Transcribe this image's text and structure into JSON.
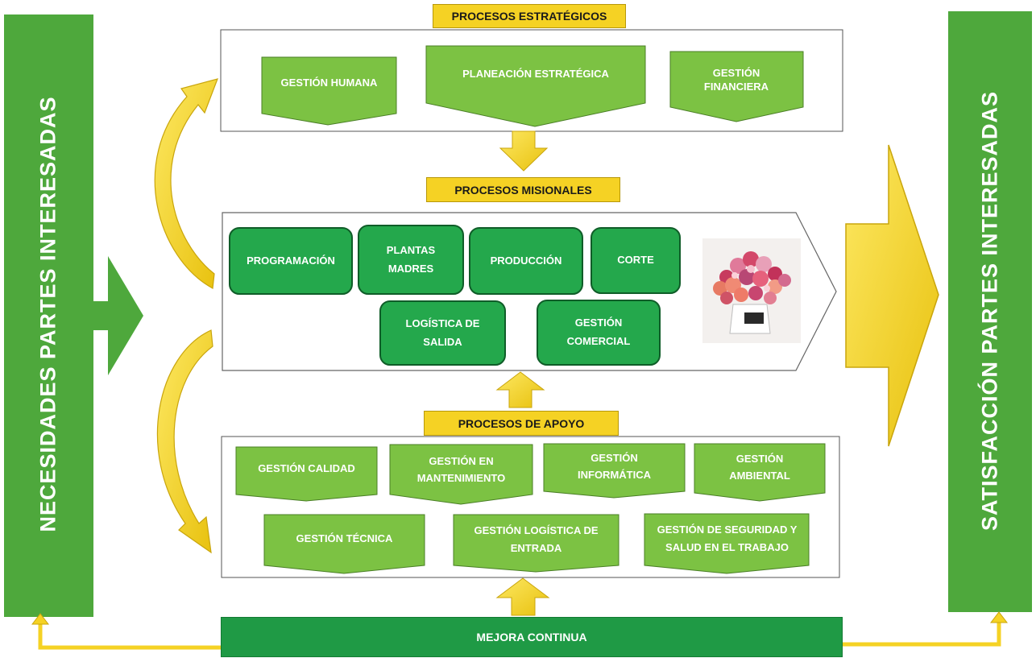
{
  "left_bar": {
    "label": "NECESIDADES PARTES INTERESADAS"
  },
  "right_bar": {
    "label": "SATISFACCIÓN PARTES INTERESADAS"
  },
  "strategic": {
    "title": "PROCESOS ESTRATÉGICOS",
    "items": [
      {
        "label": "GESTIÓN HUMANA"
      },
      {
        "label": "PLANEACIÓN  ESTRATÉGICA"
      },
      {
        "label": "GESTIÓN FINANCIERA"
      }
    ]
  },
  "missional": {
    "title": "PROCESOS MISIONALES",
    "items": [
      {
        "label": "PROGRAMACIÓN"
      },
      {
        "label": "PLANTAS MADRES"
      },
      {
        "label": "PRODUCCIÓN"
      },
      {
        "label": "CORTE"
      },
      {
        "label": "LOGÍSTICA DE SALIDA"
      },
      {
        "label": "GESTIÓN COMERCIAL"
      }
    ]
  },
  "support": {
    "title": "PROCESOS  DE APOYO",
    "items": [
      {
        "label": "GESTIÓN CALIDAD"
      },
      {
        "label": "GESTIÓN EN MANTENIMIENTO"
      },
      {
        "label": "GESTIÓN INFORMÁTICA"
      },
      {
        "label": "GESTIÓN AMBIENTAL"
      },
      {
        "label": "GESTIÓN TÉCNICA"
      },
      {
        "label": "GESTIÓN LOGÍSTICA DE ENTRADA"
      },
      {
        "label": "GESTIÓN DE SEGURIDAD Y SALUD EN EL TRABAJO"
      }
    ]
  },
  "improvement": {
    "label": "MEJORA CONTINUA"
  },
  "colors": {
    "green_dark": "#1f9a45",
    "green_light": "#7cc243",
    "yellow": "#f5d224",
    "yellow_border": "#b7980a"
  },
  "image": {
    "icon": "flower-bouquet-photo"
  }
}
